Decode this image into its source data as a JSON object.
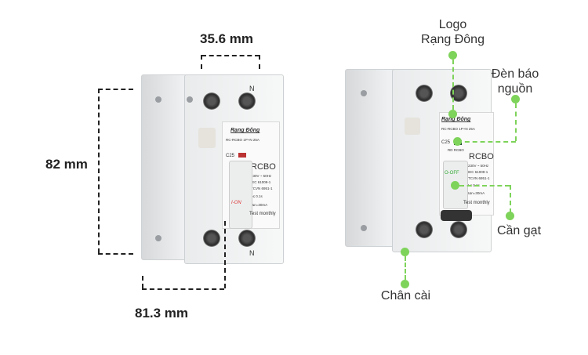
{
  "dimensions": {
    "width": "35.6 mm",
    "height": "82 mm",
    "depth": "81.3 mm"
  },
  "callouts": {
    "logo": [
      "Logo",
      "Rạng Đông"
    ],
    "indicator": [
      "Đèn báo",
      "nguồn"
    ],
    "lever": "Cần gạt",
    "clip": "Chân cài"
  },
  "device": {
    "brand": "Rạng Đông",
    "model": "RC-RCBO 1P+N 25A",
    "rating": "C25",
    "type": "RCBO",
    "voltage": "230V ~ 50Hz",
    "std1": "IEC 61009-1",
    "std2": "TCVN 6951-1",
    "trip_time": "t ≤ 0.1s",
    "sensitivity": "IΔn=30mA",
    "test": "Test monthly",
    "on_label": "I-ON",
    "off_label": "O-OFF",
    "neutral": "N",
    "sub_model": "RD RCBO"
  },
  "colors": {
    "accent": "#7ed35a",
    "dimension": "#222222"
  }
}
